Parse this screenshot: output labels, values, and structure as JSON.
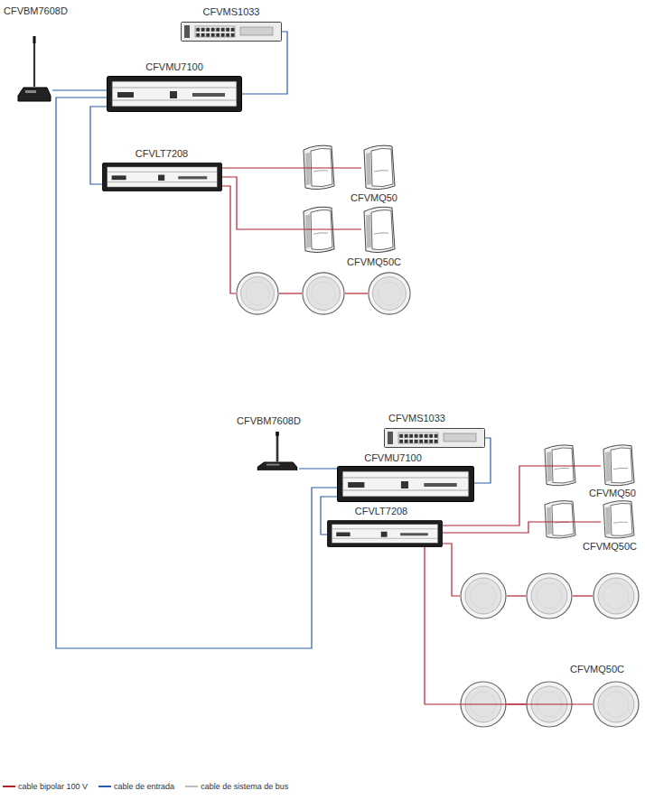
{
  "diagram": {
    "nodes": [
      {
        "text": [
          "CFVBM7608D"
        ]
      },
      {
        "text": [
          "CFVMS1033"
        ]
      },
      {
        "text": [
          "CFVMU7100"
        ]
      },
      {
        "text": [
          "CFVLT7208"
        ]
      },
      {
        "text": [
          "CFVMQ50"
        ]
      },
      {
        "text": [
          "CFVMQ50C"
        ]
      },
      {
        "text": [
          "CFVBM7608D"
        ]
      },
      {
        "text": [
          "CFVMS1033"
        ]
      },
      {
        "text": [
          "CFVMU7100"
        ]
      },
      {
        "text": [
          "CFVLT7208"
        ]
      },
      {
        "text": [
          "CFVMQ50"
        ]
      },
      {
        "text": [
          "CFVMQ50C"
        ]
      },
      {
        "text": [
          "CFVMQ50C"
        ]
      }
    ],
    "edges": [
      {
        "from": 0,
        "to": 2,
        "arrow": "none"
      },
      {
        "from": 1,
        "to": 2,
        "arrow": "none"
      },
      {
        "from": 2,
        "to": 3,
        "arrow": "none"
      },
      {
        "from": 2,
        "to": 8,
        "arrow": "none"
      },
      {
        "from": 6,
        "to": 8,
        "arrow": "none"
      },
      {
        "from": 7,
        "to": 8,
        "arrow": "none"
      },
      {
        "from": 8,
        "to": 9,
        "arrow": "none"
      },
      {
        "from": 3,
        "to": 4,
        "arrow": "none"
      },
      {
        "from": 3,
        "to": 5,
        "arrow": "none"
      },
      {
        "from": 9,
        "to": 10,
        "arrow": "none"
      },
      {
        "from": 9,
        "to": 11,
        "arrow": "none"
      },
      {
        "from": 9,
        "to": 12,
        "arrow": "none"
      }
    ],
    "legend": [
      {
        "text": "cable bipolar 100 V"
      },
      {
        "text": "cable de entrada"
      },
      {
        "text": "cable de sistema de bus"
      }
    ]
  }
}
